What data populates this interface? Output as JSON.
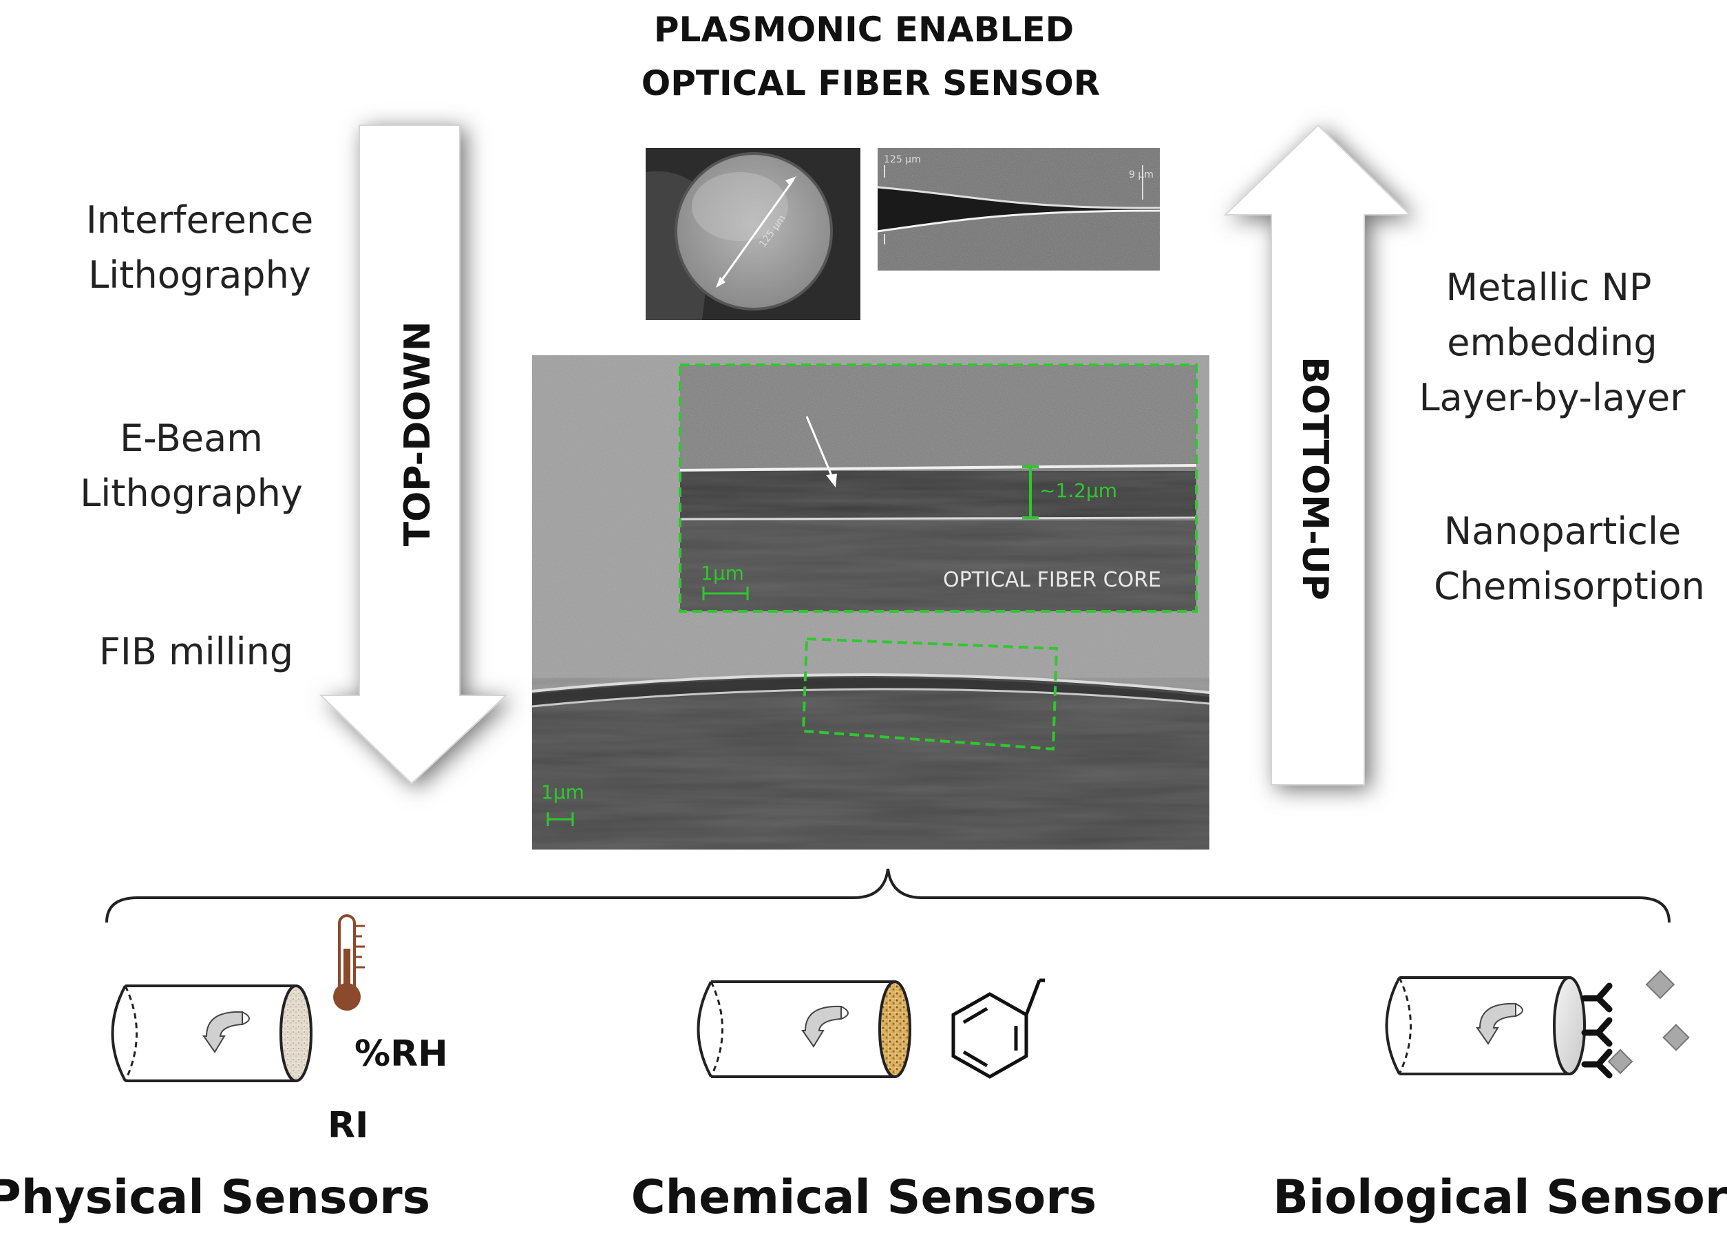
{
  "title": {
    "line1": "PLASMONIC ENABLED",
    "line2": "OPTICAL FIBER SENSOR"
  },
  "top_down": {
    "arrow_label": "TOP-DOWN",
    "methods": [
      [
        "Interference",
        "Lithography"
      ],
      [
        "E-Beam",
        "Lithography"
      ],
      [
        "FIB milling"
      ]
    ]
  },
  "bottom_up": {
    "arrow_label": "BOTTOM-UP",
    "methods": [
      [
        "Metallic NP",
        "embedding",
        "Layer-by-layer"
      ],
      [
        "Nanoparticle",
        "Chemisorption"
      ]
    ]
  },
  "micrographs": {
    "fiber_section_diameter": "125 µm",
    "taper_left": "125 µm",
    "taper_right": "9 µm",
    "thickness": "~1.2µm",
    "inset_scale": "1µm",
    "core_label": "OPTICAL FIBER CORE",
    "main_scale": "1µm"
  },
  "sensors": {
    "physical": {
      "label": "Physical Sensors",
      "rh": "%RH",
      "ri": "RI"
    },
    "chemical": {
      "label": "Chemical Sensors"
    },
    "biological": {
      "label": "Biological Sensors"
    }
  },
  "colors": {
    "sem_green": "#2ec82e",
    "arrow_shadow": "#9a9a9a",
    "thermometer": "#8b4a2b",
    "chemical_face": "#e8c070"
  },
  "icons": [
    "thermometer-icon",
    "benzene-icon",
    "antibody-icon",
    "analyte-diamond-icon"
  ]
}
